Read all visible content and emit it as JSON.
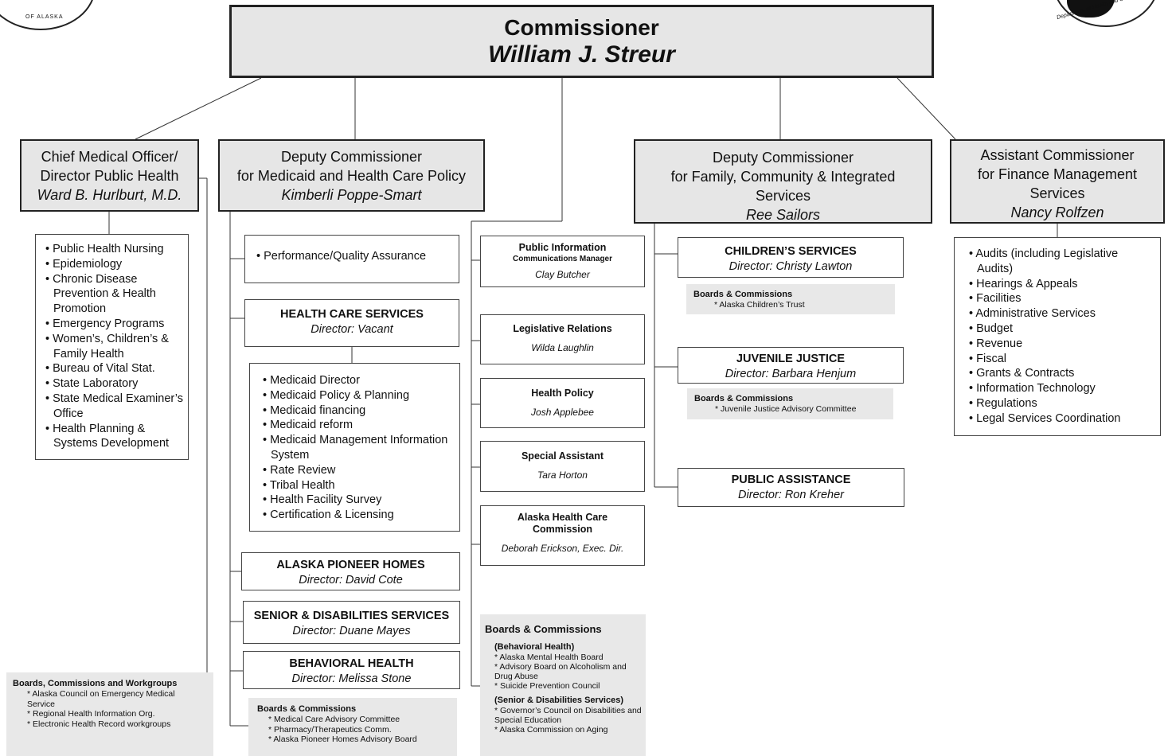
{
  "commissioner": {
    "title": "Commissioner",
    "name": "William J. Streur"
  },
  "chief_medical": {
    "title_line1": "Chief Medical Officer/",
    "title_line2": "Director Public Health",
    "name": "Ward B. Hurlburt, M.D.",
    "items": [
      "Public Health Nursing",
      "Epidemiology",
      "Chronic Disease Prevention & Health Promotion",
      "Emergency Programs",
      "Women’s, Children’s & Family Health",
      "Bureau of Vital Stat.",
      "State Laboratory",
      "State Medical Examiner’s Office",
      "Health Planning & Systems Development"
    ],
    "boards": {
      "title": "Boards, Commissions and Workgroups",
      "items": [
        "* Alaska Council on Emergency Medical Service",
        "* Regional Health Information Org.",
        "* Electronic Health Record workgroups"
      ]
    }
  },
  "deputy_medicaid": {
    "title_line1": "Deputy Commissioner",
    "title_line2": "for Medicaid and Health Care Policy",
    "name": "Kimberli Poppe-Smart",
    "performance": "Performance/Quality Assurance",
    "health_care_services": {
      "name": "HEALTH CARE SERVICES",
      "director": "Director: Vacant"
    },
    "hcs_items": [
      "Medicaid Director",
      "Medicaid Policy & Planning",
      "Medicaid financing",
      "Medicaid reform",
      "Medicaid Management Information System",
      "Rate Review",
      "Tribal Health",
      "Health Facility Survey",
      "Certification & Licensing"
    ],
    "pioneer_homes": {
      "name": "ALASKA PIONEER HOMES",
      "director": "Director: David Cote"
    },
    "senior_disabilities": {
      "name": "SENIOR & DISABILITIES SERVICES",
      "director": "Director: Duane Mayes"
    },
    "behavioral_health": {
      "name": "BEHAVIORAL HEALTH",
      "director": "Director: Melissa Stone"
    },
    "boards": {
      "title": "Boards & Commissions",
      "items": [
        "* Medical Care Advisory Committee",
        "* Pharmacy/Therapeutics Comm.",
        "* Alaska Pioneer Homes Advisory Board"
      ]
    }
  },
  "staff": {
    "public_info": {
      "title": "Public Information",
      "subtitle": "Communications Manager",
      "name": "Clay Butcher"
    },
    "legislative": {
      "title": "Legislative Relations",
      "name": "Wilda Laughlin"
    },
    "health_policy": {
      "title": "Health Policy",
      "name": "Josh Applebee"
    },
    "special_assistant": {
      "title": "Special Assistant",
      "name": "Tara Horton"
    },
    "ahcc": {
      "title": "Alaska Health Care Commission",
      "name": "Deborah Erickson, Exec. Dir."
    },
    "boards": {
      "title": "Boards & Commissions",
      "group1_title": "(Behavioral Health)",
      "group1_items": [
        "*  Alaska Mental Health Board",
        "*  Advisory Board on Alcoholism and Drug Abuse",
        "*  Suicide Prevention Council"
      ],
      "group2_title": "(Senior & Disabilities Services)",
      "group2_items": [
        "*  Governor’s Council on Disabilities and Special Education",
        "* Alaska Commission on Aging"
      ]
    }
  },
  "deputy_family": {
    "title_line1": "Deputy Commissioner",
    "title_line2": "for Family, Community & Integrated",
    "title_line3": "Services",
    "name": "Ree Sailors",
    "childrens": {
      "name": "CHILDREN’S SERVICES",
      "director": "Director: Christy Lawton"
    },
    "childrens_boards": {
      "title": "Boards & Commissions",
      "item": "* Alaska Children’s Trust"
    },
    "juvenile": {
      "name": "JUVENILE JUSTICE",
      "director": "Director: Barbara Henjum"
    },
    "juvenile_boards": {
      "title": "Boards & Commissions",
      "item": "* Juvenile Justice Advisory Committee"
    },
    "public_assistance": {
      "name": "PUBLIC ASSISTANCE",
      "director": "Director: Ron Kreher"
    }
  },
  "assistant_finance": {
    "title_line1": "Assistant Commissioner",
    "title_line2": "for Finance Management",
    "title_line3": "Services",
    "name": "Nancy Rolfzen",
    "items": [
      "Audits (including Legislative Audits)",
      "Hearings & Appeals",
      "Facilities",
      "Administrative Services",
      "Budget",
      "Revenue",
      "Fiscal",
      "Grants & Contracts",
      "Information Technology",
      "Regulations",
      "Legal Services Coordination"
    ]
  },
  "seals": {
    "left": "OF ALASKA",
    "right": "Department of Health and Social Services"
  }
}
